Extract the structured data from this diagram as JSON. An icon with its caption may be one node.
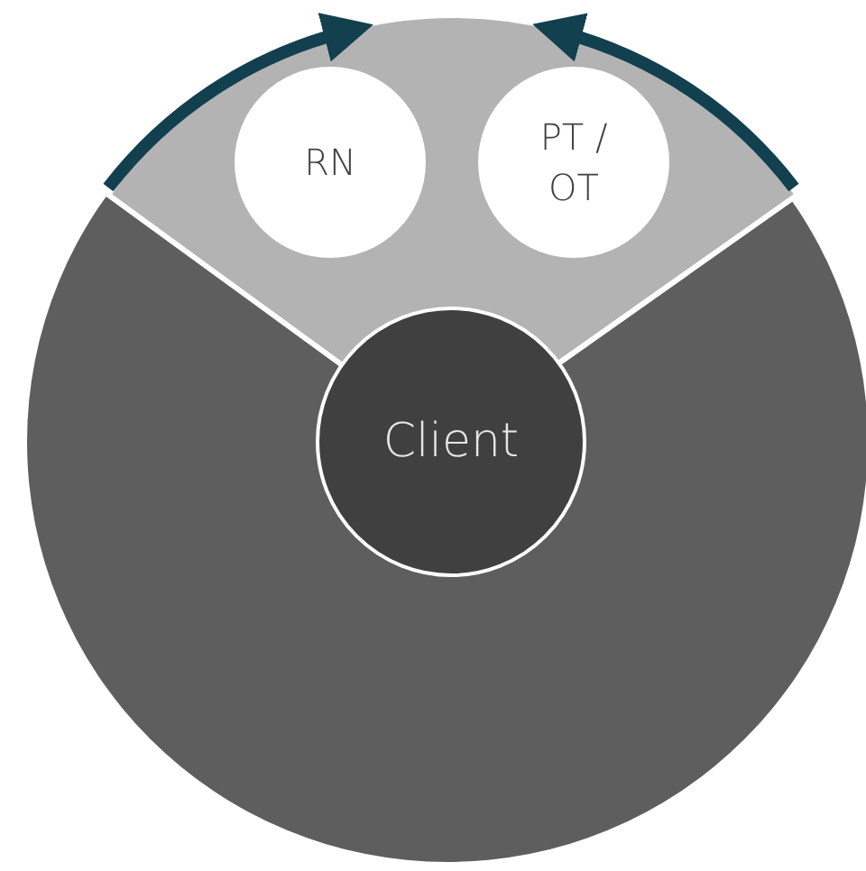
{
  "diagram": {
    "nodes": [
      {
        "text": [],
        "shape": "wedge"
      },
      {
        "text": [
          "RN"
        ],
        "in": 0
      },
      {
        "text": [
          "PT / OT"
        ],
        "in": 0
      },
      {
        "text": [
          "Client"
        ]
      }
    ],
    "edges": []
  }
}
